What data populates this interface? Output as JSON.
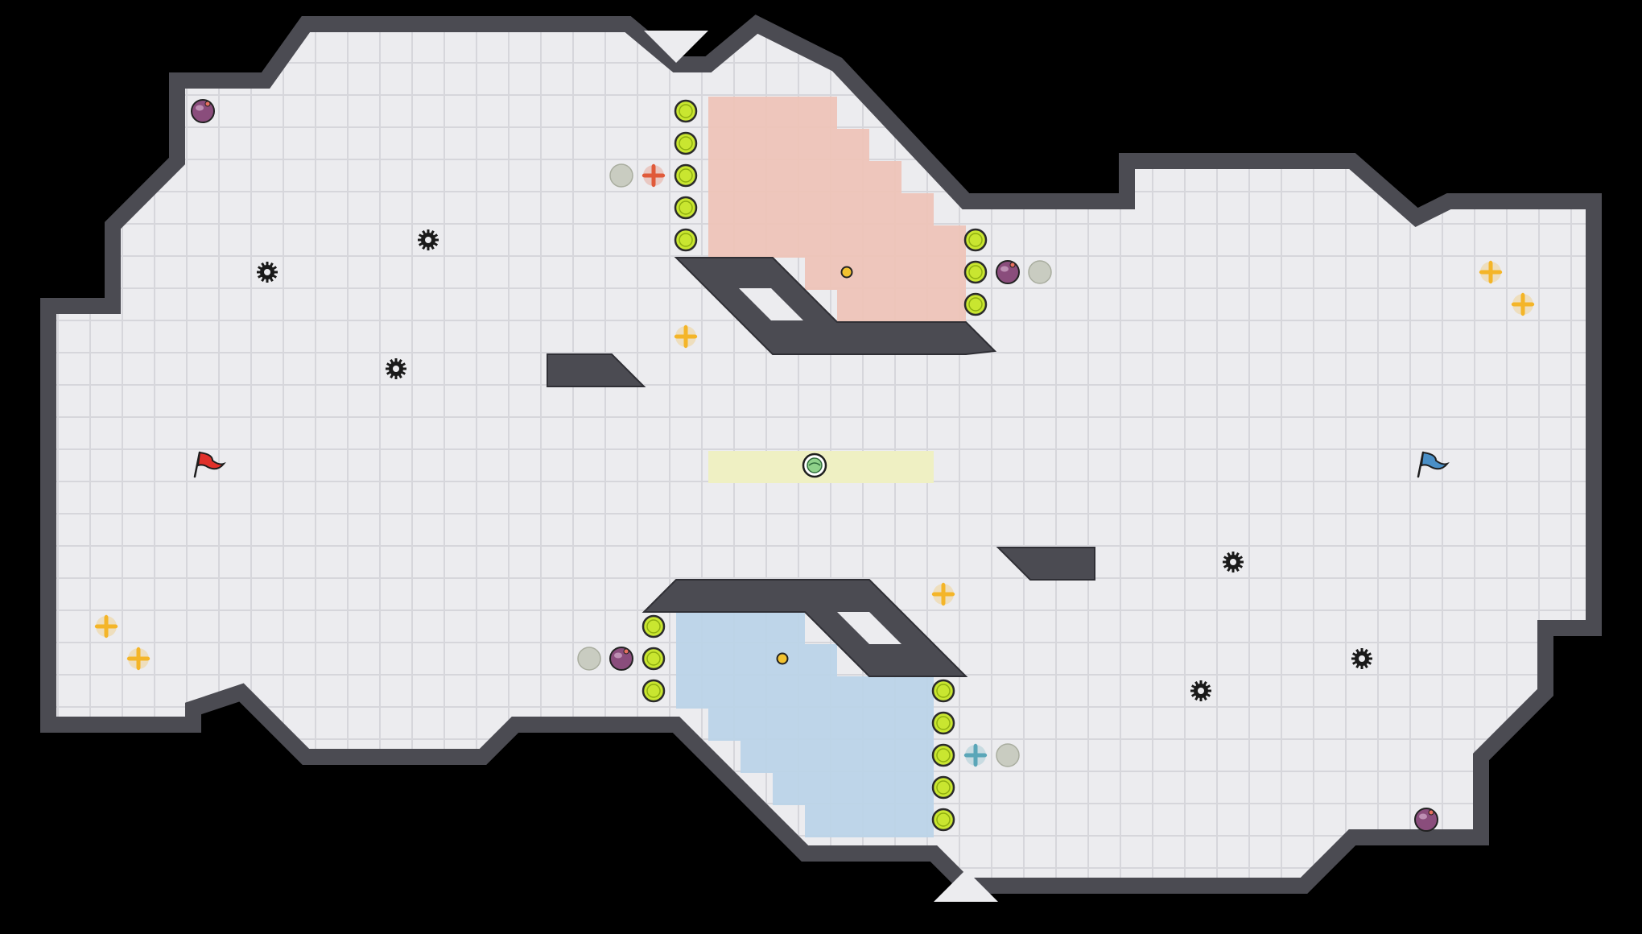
{
  "colors": {
    "background": "#000000",
    "floor": "#ececef",
    "gridline": "#d6d6db",
    "wall": "#4b4b52",
    "wall_edge": "#2f2f35",
    "red_zone": "#eec4b8",
    "blue_zone": "#bcd4e8",
    "center_zone": "#eff0c3",
    "gate_orb": "#c9e630",
    "gate_orb_ring": "#2b2b2b",
    "powerup_orb": "#8a4d7c",
    "empty_slot": "#c9ccc1",
    "mine": "#1a1a1a",
    "yellow_spawn": "#f4b528",
    "red_accent": "#e05a3a",
    "blue_accent": "#5aa6b8",
    "flag_red": "#e0312b",
    "flag_blue": "#4a8fc6"
  },
  "game": {
    "objects": {
      "gate_orbs": [
        [
          21,
          3
        ],
        [
          21,
          4
        ],
        [
          21,
          5
        ],
        [
          21,
          6
        ],
        [
          21,
          7
        ],
        [
          30,
          7
        ],
        [
          30,
          8
        ],
        [
          30,
          9
        ],
        [
          20,
          19
        ],
        [
          20,
          20
        ],
        [
          20,
          21
        ],
        [
          29,
          21
        ],
        [
          29,
          22
        ],
        [
          29,
          23
        ],
        [
          29,
          24
        ],
        [
          29,
          25
        ]
      ],
      "powerups": [
        [
          6,
          3
        ],
        [
          31,
          8
        ],
        [
          19,
          20
        ],
        [
          44,
          25
        ]
      ],
      "empty_slots": [
        [
          19,
          5
        ],
        [
          32,
          8
        ],
        [
          18,
          20
        ],
        [
          31,
          23
        ]
      ],
      "mines": [
        [
          13,
          7
        ],
        [
          8,
          8
        ],
        [
          12,
          11
        ],
        [
          38,
          17
        ],
        [
          42,
          20
        ],
        [
          37,
          21
        ]
      ],
      "yellow_spawns": [
        [
          21,
          10
        ],
        [
          46,
          8
        ],
        [
          47,
          9
        ],
        [
          29,
          18
        ],
        [
          3,
          19
        ],
        [
          4,
          20
        ]
      ],
      "red_spawn": [
        20,
        5
      ],
      "blue_spawn": [
        30,
        23
      ],
      "small_dots": [
        [
          26,
          8
        ],
        [
          24,
          20
        ]
      ],
      "ball": [
        25,
        14
      ],
      "flag_red": [
        6,
        14
      ],
      "flag_blue": [
        44,
        14
      ]
    }
  }
}
